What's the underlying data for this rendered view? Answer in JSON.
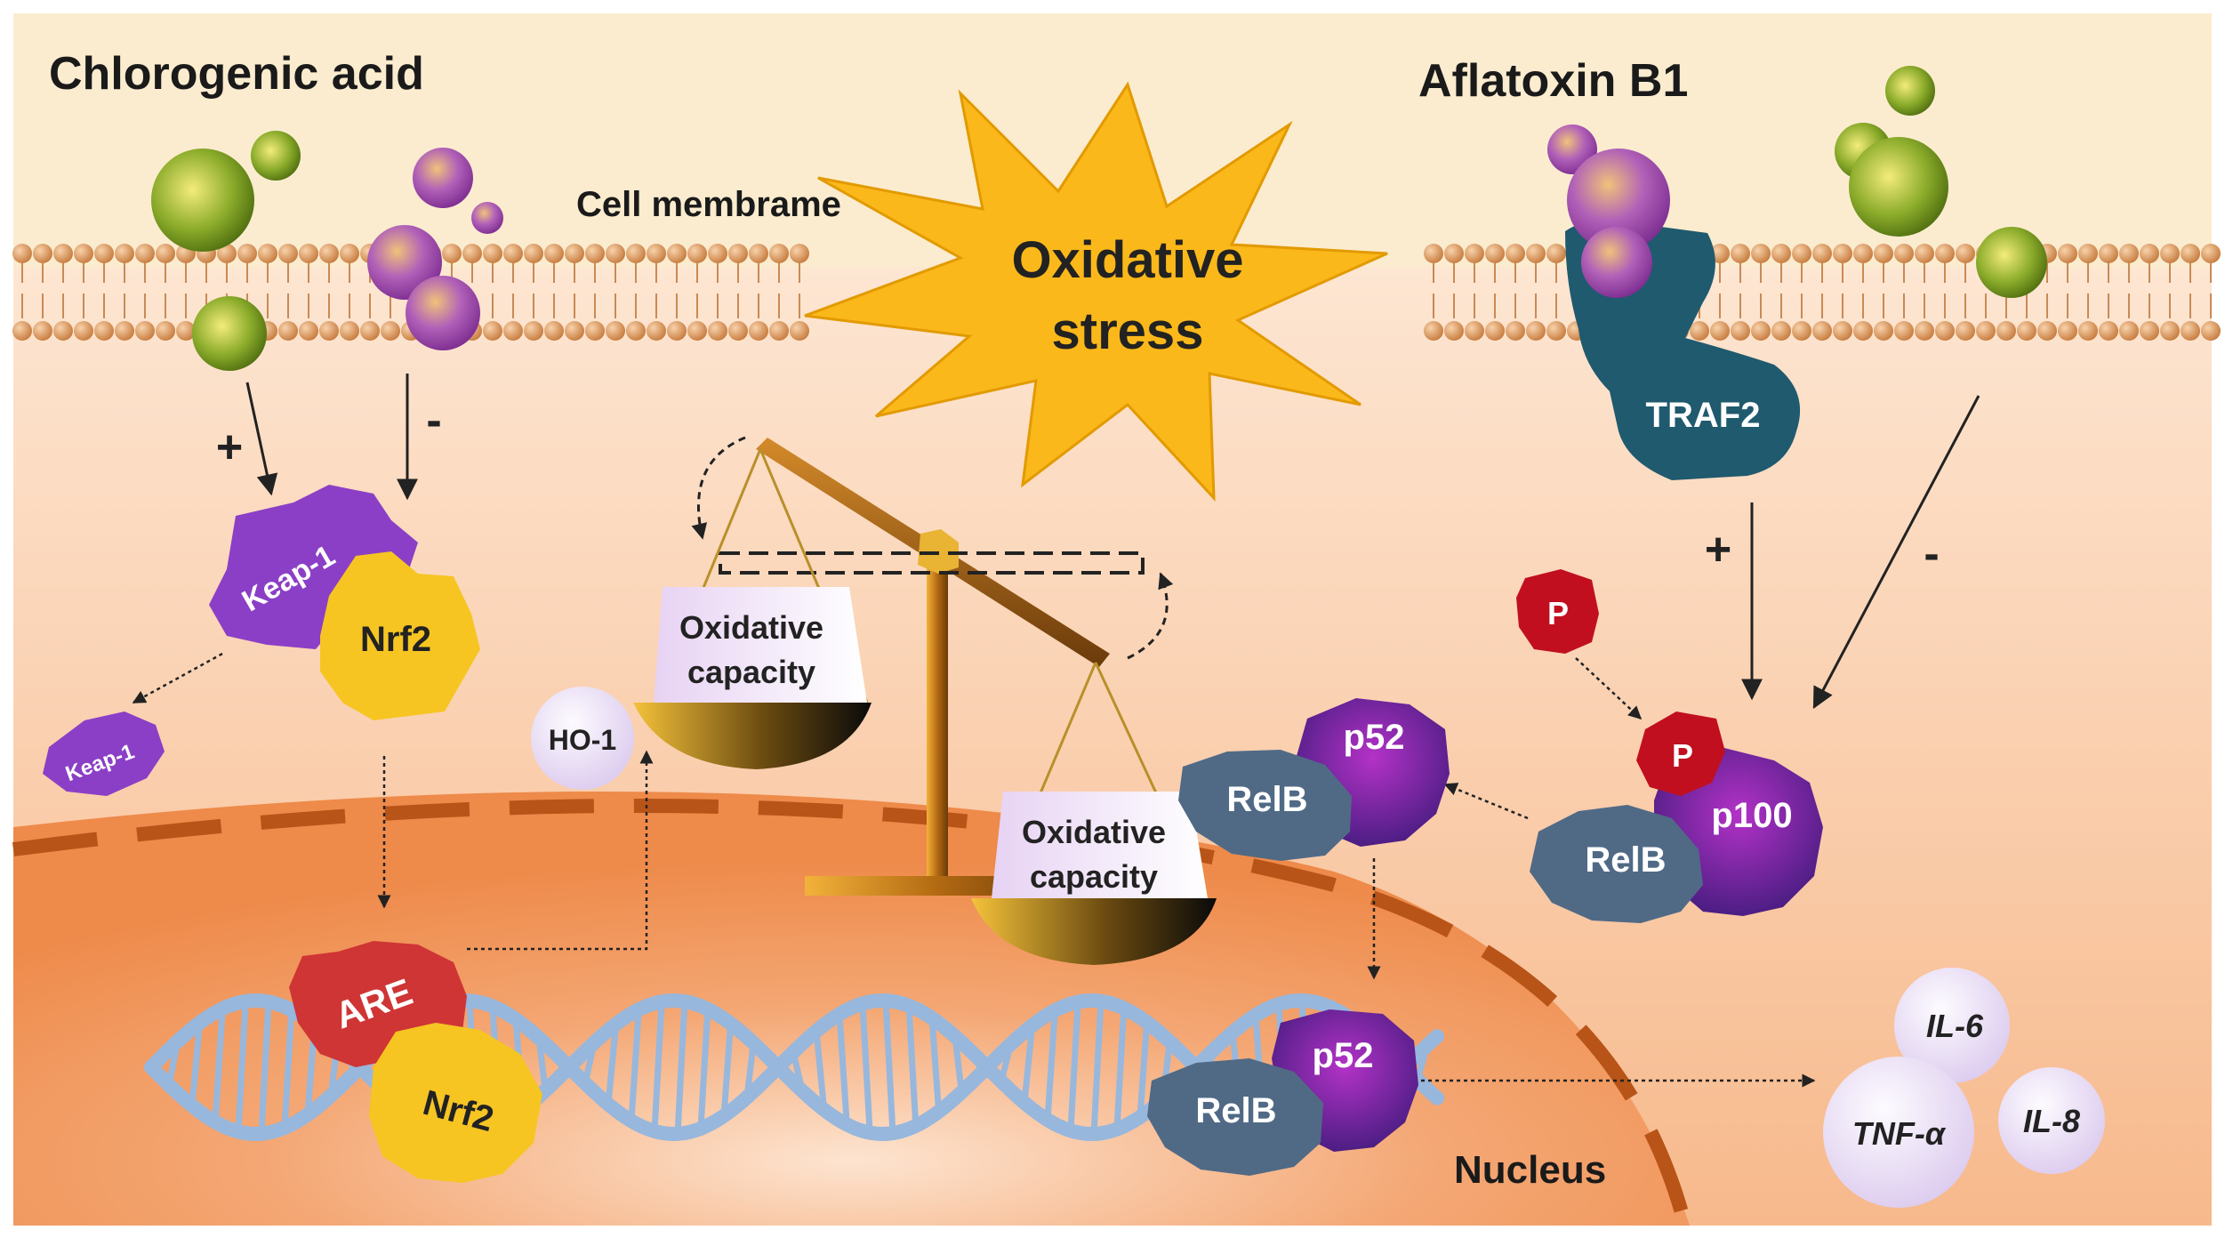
{
  "labels": {
    "chlorogenic_acid": "Chlorogenic acid",
    "aflatoxin_b1": "Aflatoxin B1",
    "cell_membrane": "Cell membrame",
    "oxidative_stress_line1": "Oxidative",
    "oxidative_stress_line2": "stress",
    "nucleus": "Nucleus",
    "plus": "+",
    "minus": "-"
  },
  "proteins": {
    "keap1": "Keap-1",
    "nrf2": "Nrf2",
    "are": "ARE",
    "ho1": "HO-1",
    "traf2": "TRAF2",
    "p": "P",
    "p52": "p52",
    "p100": "p100",
    "relb": "RelB"
  },
  "balance": {
    "left_pan_line1": "Oxidative",
    "left_pan_line2": "capacity",
    "right_pan_line1": "Oxidative",
    "right_pan_line2": "capacity"
  },
  "cytokines": {
    "il6": "IL-6",
    "tnfa": "TNF-α",
    "il8": "IL-8"
  },
  "colors": {
    "outside_band": "#fbeccf",
    "cytoplasm": "#f9c8a2",
    "nucleus": "#f0955b",
    "membrane_bead": "#e0a06a",
    "starburst": "#fbb81a",
    "keap1": "#8b3fc6",
    "nrf2": "#f6c522",
    "are": "#cf3535",
    "traf2": "#1f5a6e",
    "phosphate": "#c10f1f",
    "p52": "#6a1ea0",
    "relb": "#506a86",
    "dna": "#97b7dd",
    "cytokine": "#e7daf2"
  }
}
